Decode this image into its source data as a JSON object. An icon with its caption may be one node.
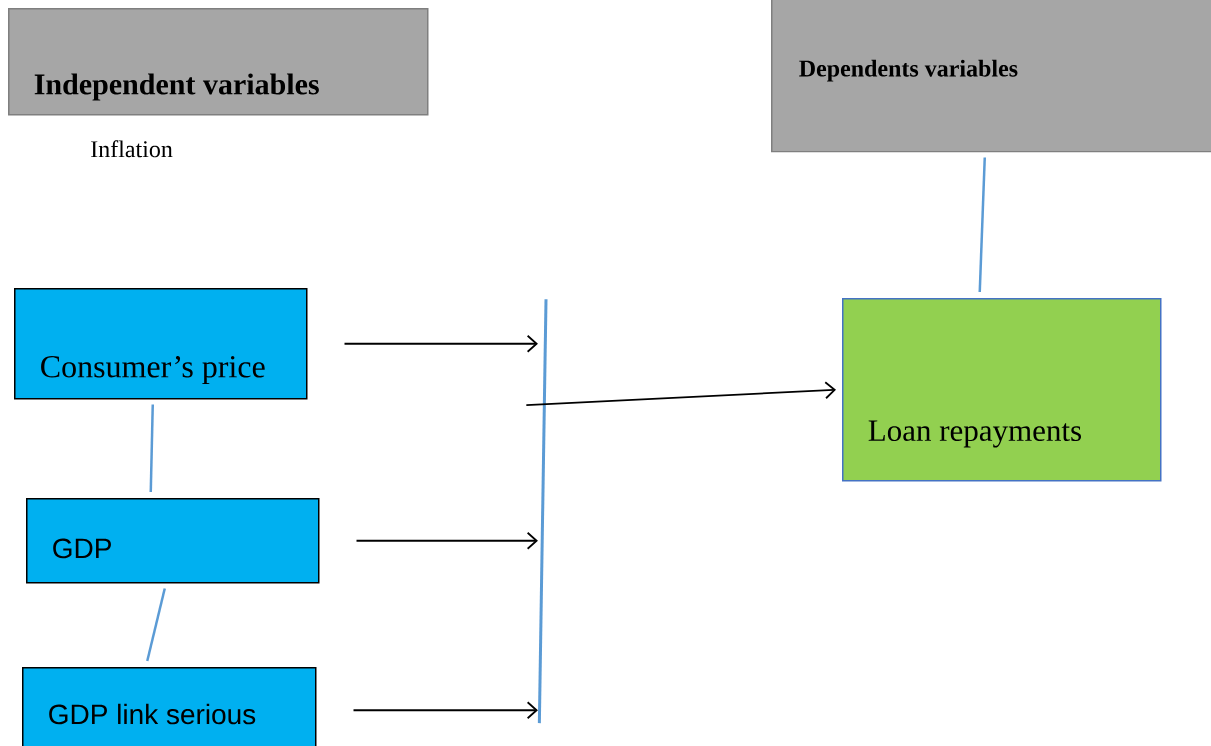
{
  "diagram": {
    "nodes": [
      {
        "text": [
          "Independent variables"
        ]
      },
      {
        "text": [
          "Dependents variables"
        ]
      },
      {
        "text": [
          "Consumer’s price"
        ]
      },
      {
        "text": [
          "GDP"
        ]
      },
      {
        "text": [
          "GDP link serious"
        ]
      },
      {
        "text": [],
        "shape": "bar"
      },
      {
        "text": [
          "Loan repayments"
        ]
      }
    ],
    "edges": [
      {
        "from": 2,
        "to": 5,
        "arrow": "to"
      },
      {
        "from": 3,
        "to": 5,
        "arrow": "to"
      },
      {
        "from": 4,
        "to": 5,
        "arrow": "to"
      },
      {
        "from": 5,
        "to": 6,
        "arrow": "to"
      },
      {
        "from": 2,
        "to": 3,
        "arrow": "none",
        "color": "#5b9bd5"
      },
      {
        "from": 3,
        "to": 4,
        "arrow": "none",
        "color": "#5b9bd5"
      },
      {
        "from": 1,
        "to": 6,
        "arrow": "none",
        "color": "#5b9bd5"
      }
    ],
    "labels": [
      "Inflation"
    ]
  }
}
